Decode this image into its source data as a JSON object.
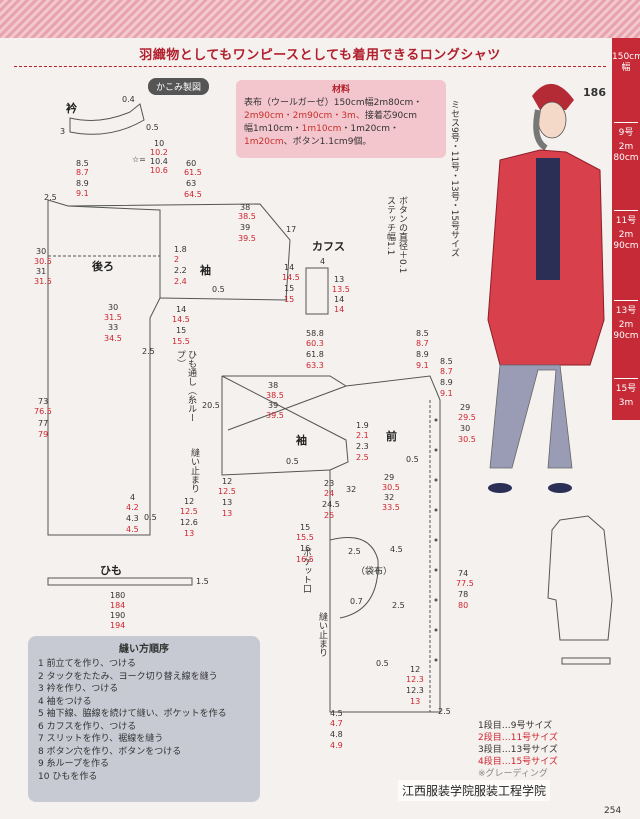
{
  "title": "羽織物としてもワンピースとしても着用できるロングシャツ",
  "page_number_top": "186",
  "page_number_bottom": "254",
  "tag": "かこみ製図",
  "materials": {
    "heading": "材料",
    "line1": "表布（ウールガーゼ）150cm幅2m80cm・",
    "line2_red": "2m90cm・2m90cm・3m、",
    "line2_black": "接着芯90cm",
    "line3_a": "幅1m10cm・",
    "line3_b": "1m10cm",
    "line3_c": "・1m20cm・",
    "line4_red": "1m20cm",
    "line4_black": "、ボタン1.1cm9個。"
  },
  "vertical_text_1": "ミセス9号・11号・13号・15号サイズ",
  "vertical_text_2": "ボタンの直径＋0.1",
  "vertical_text_3": "ステッチ幅1.1",
  "size_bar": {
    "width_label": "150cm幅",
    "sizes": [
      {
        "label": "9号",
        "value": "2m 80cm"
      },
      {
        "label": "11号",
        "value": "2m 90cm"
      },
      {
        "label": "13号",
        "value": "2m 90cm"
      },
      {
        "label": "15号",
        "value": "3m"
      }
    ]
  },
  "labels": {
    "collar": "衿",
    "back": "後ろ",
    "sleeve1": "袖",
    "sleeve2": "袖",
    "front": "前",
    "cuffs": "カフス",
    "tie": "ひも",
    "pocket": "（袋布）",
    "pocket_opening": "ポケット口",
    "loop": "ひも通し（糸ループ）",
    "stop1": "縫い止まり",
    "stop2": "縫い止まり",
    "dot_symbol": "☆="
  },
  "collar_dims": {
    "a": "0.4",
    "b": "3",
    "c": "0.5"
  },
  "neck_dims": {
    "a": "10",
    "b": "10.2",
    "c": "10.4",
    "d": "10.6"
  },
  "back_dims": {
    "top_w": [
      "8.5",
      "8.7",
      "8.9",
      "9.1"
    ],
    "yoke": [
      "60",
      "61.5",
      "63",
      "64.5"
    ],
    "width": [
      "38",
      "38.5",
      "39",
      "39.5"
    ],
    "side": [
      "30",
      "30.5",
      "31",
      "31.5"
    ],
    "hem_w": [
      "30",
      "31.5",
      "33",
      "34.5"
    ],
    "length": [
      "73",
      "76.5",
      "77",
      "79"
    ],
    "sleeve_w": [
      "14",
      "14.5",
      "15",
      "15"
    ],
    "armhole": [
      "14",
      "14.5",
      "15",
      "15.5"
    ],
    "seam": [
      "1.8",
      "2",
      "2.2",
      "2.4"
    ],
    "slit": [
      "4",
      "4.2",
      "4.3",
      "4.5"
    ],
    "hem": [
      "12",
      "12.5",
      "12.6",
      "13"
    ],
    "misc": [
      "2.5",
      "17",
      "0.5",
      "0.5",
      "2.5",
      "1.5"
    ]
  },
  "front_dims": {
    "top": [
      "58.8",
      "60.3",
      "61.8",
      "63.3"
    ],
    "neck": [
      "8.5",
      "8.7",
      "8.9",
      "9.1"
    ],
    "neck2": [
      "8.5",
      "8.7",
      "8.9",
      "9.1"
    ],
    "sleeve": [
      "38",
      "38.5",
      "39",
      "39.5"
    ],
    "drop": [
      "29",
      "29.5",
      "30",
      "30.5"
    ],
    "chest": [
      "29",
      "30.5",
      "32",
      "33.5"
    ],
    "arm": [
      "23",
      "24",
      "24.5",
      "25"
    ],
    "armhole": [
      "1.9",
      "2.1",
      "2.3",
      "2.5"
    ],
    "sleeve_hem": [
      "12",
      "12.5",
      "13",
      "13"
    ],
    "pocket": [
      "15",
      "15.5",
      "16",
      "16.5"
    ],
    "length": [
      "74",
      "77.5",
      "78",
      "80"
    ],
    "slit": [
      "4.5",
      "4.7",
      "4.8",
      "4.9"
    ],
    "hem": [
      "12",
      "12.3",
      "12.3",
      "13"
    ],
    "misc": [
      "20.5",
      "0.5",
      "0.5",
      "32",
      "4.5",
      "2.5",
      "0.7",
      "2.5",
      "0.5",
      "2.5"
    ]
  },
  "cuff_dims": [
    "4",
    "13",
    "13.5",
    "14",
    "14"
  ],
  "tie_dims": [
    "180",
    "184",
    "190",
    "194",
    "1.5"
  ],
  "sewing": {
    "title": "縫い方順序",
    "steps": [
      "1 前立てを作り、つける",
      "2 タックをたたみ、ヨーク切り替え線を縫う",
      "3 衿を作り、つける",
      "4 袖をつける",
      "5 袖下線、脇線を続けて縫い、ポケットを作る",
      "6 カフスを作り、つける",
      "7 スリットを作り、裾線を縫う",
      "8 ボタン穴を作り、ボタンをつける",
      "9 糸ループを作る",
      "10 ひもを作る"
    ]
  },
  "legend": {
    "l1": "1段目…9号サイズ",
    "l2": "2段目…11号サイズ",
    "l3": "3段目…13号サイズ",
    "l4": "4段目…15号サイズ",
    "l5": "※グレーディング"
  },
  "watermark": "江西服装学院服装工程学院",
  "colors": {
    "accent": "#c62a36",
    "red_text": "#d0242f",
    "lines": "#555555"
  }
}
